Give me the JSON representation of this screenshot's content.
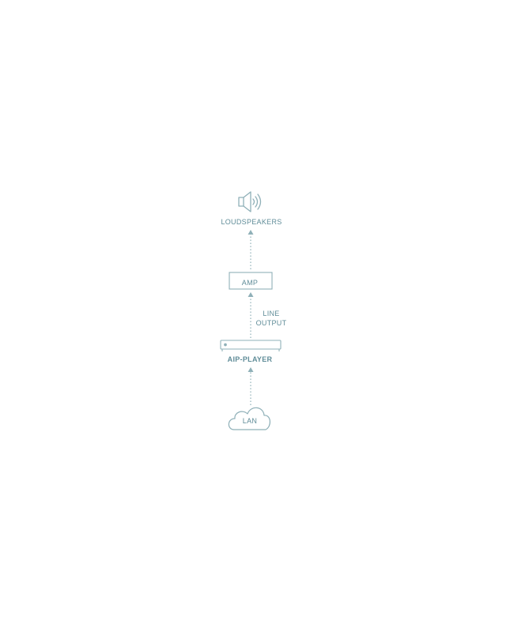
{
  "diagram": {
    "nodes": {
      "loudspeakers": {
        "label": "LOUDSPEAKERS",
        "icon": "speaker-icon"
      },
      "amp": {
        "label": "AMP"
      },
      "aip_player": {
        "label": "AIP-PLAYER",
        "icon": "player-device-icon"
      },
      "lan": {
        "label": "LAN",
        "icon": "cloud-icon"
      }
    },
    "edges": [
      {
        "from": "lan",
        "to": "aip_player",
        "style": "dotted-arrow"
      },
      {
        "from": "aip_player",
        "to": "amp",
        "style": "dotted-arrow",
        "label_line1": "LINE",
        "label_line2": "OUTPUT"
      },
      {
        "from": "amp",
        "to": "loudspeakers",
        "style": "dotted-arrow"
      }
    ]
  },
  "colors": {
    "stroke": "#8fb0b8",
    "text": "#5f8c98"
  }
}
